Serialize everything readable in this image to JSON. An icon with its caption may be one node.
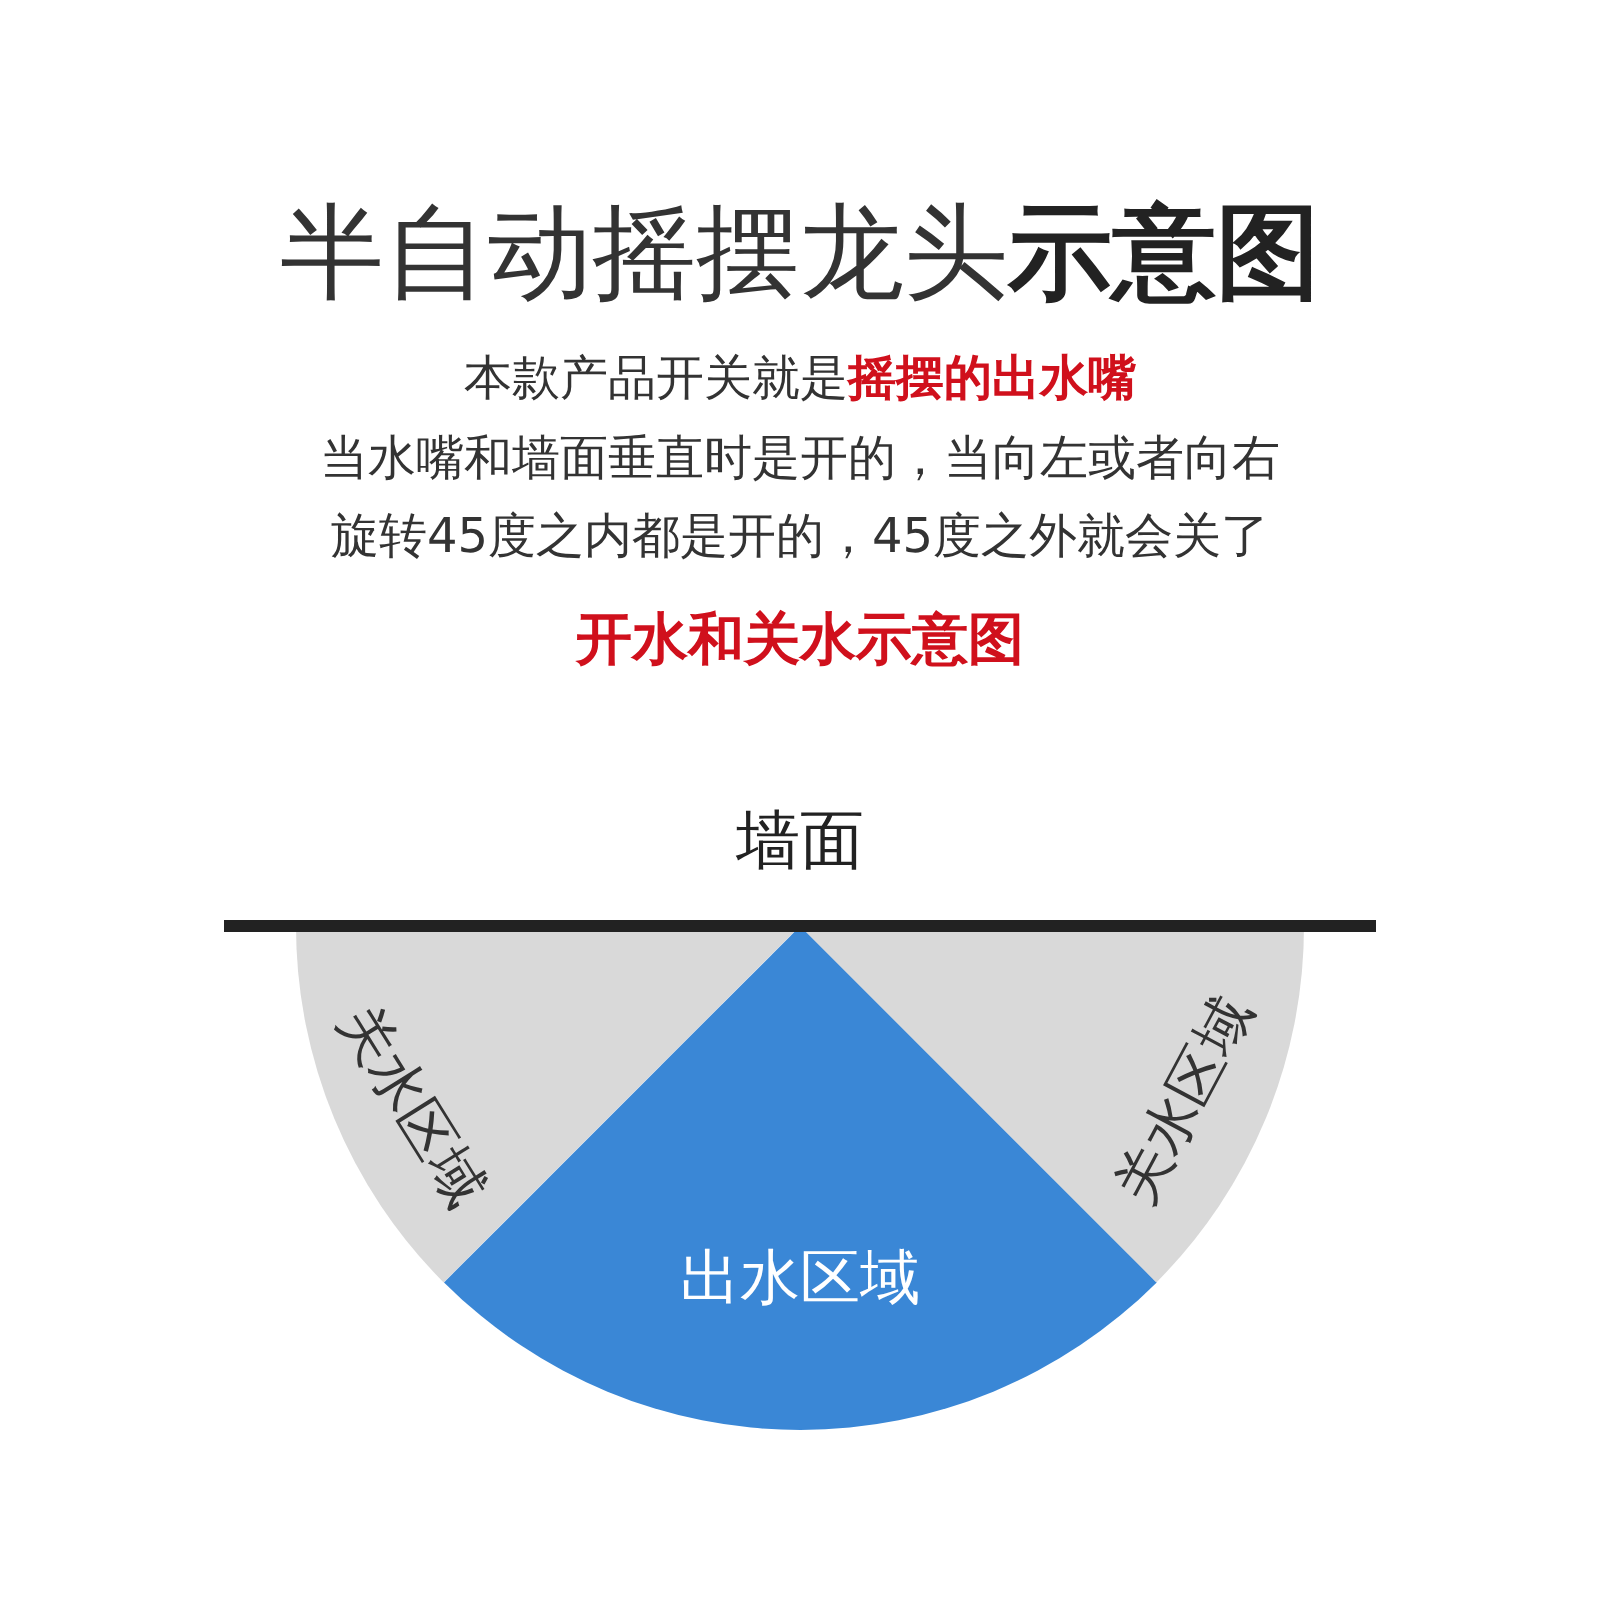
{
  "diagram": {
    "title": "半自动摇摆龙头**示意图**",
    "nodes": [
      {
        "text": [
          "关水区域"
        ]
      },
      {
        "text": [
          "出水区域"
        ]
      },
      {
        "text": [
          "关水区域"
        ]
      }
    ],
    "labels": [
      "本款产品开关就是**摇摆的出水嘴**",
      "当水嘴和墙面垂直时是开的，当向左或者向右旋转45度之内都是开的，45度之外就会关了",
      "开水和关水示意图",
      "墙面"
    ]
  }
}
